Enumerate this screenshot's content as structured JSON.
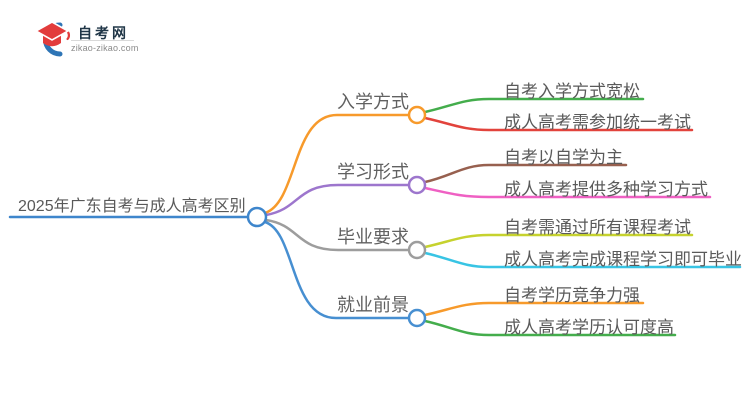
{
  "logo": {
    "site_name": "自考网",
    "site_url": "zikao-zikao.com",
    "icon": "graduation-cap-with-blue-crescent",
    "brand_navy": "#203647",
    "brand_red": "#e23c3c",
    "brand_blue": "#2e75b6"
  },
  "mindmap": {
    "root": "2025年广东自考与成人高考区别",
    "root_color": "#3e86cc",
    "branches": [
      {
        "label": "入学方式",
        "color": "#f79a2b",
        "children": [
          {
            "text": "自考入学方式宽松",
            "color": "#44ad4c"
          },
          {
            "text": "成人高考需参加统一考试",
            "color": "#e2433c"
          }
        ]
      },
      {
        "label": "学习形式",
        "color": "#9d76cd",
        "children": [
          {
            "text": "自考以自学为主",
            "color": "#97604f"
          },
          {
            "text": "成人高考提供多种学习方式",
            "color": "#ef60c3"
          }
        ]
      },
      {
        "label": "毕业要求",
        "color": "#9d9d9d",
        "children": [
          {
            "text": "自考需通过所有课程考试",
            "color": "#c6d22e"
          },
          {
            "text": "成人高考完成课程学习即可毕业",
            "color": "#38c4e4"
          }
        ]
      },
      {
        "label": "就业前景",
        "color": "#478fd1",
        "children": [
          {
            "text": "自考学历竞争力强",
            "color": "#f79a2b"
          },
          {
            "text": "成人高考学历认可度高",
            "color": "#44ad4c"
          }
        ]
      }
    ]
  }
}
